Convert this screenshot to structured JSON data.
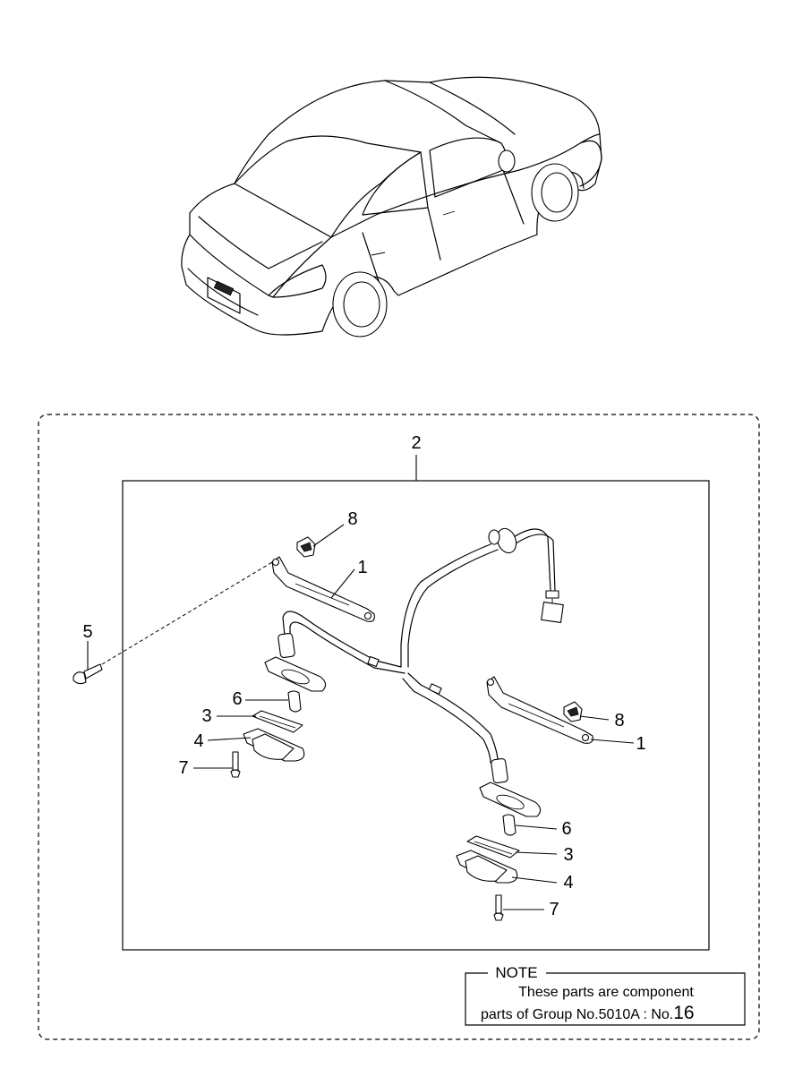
{
  "diagram": {
    "group_label": "2",
    "callouts": {
      "bracket_left": "1",
      "bracket_right": "1",
      "gasket_left": "3",
      "gasket_right": "3",
      "lens_left": "4",
      "lens_right": "4",
      "screw_main": "5",
      "bulb_left": "6",
      "bulb_right": "6",
      "screw_left": "7",
      "screw_right": "7",
      "clip_left": "8",
      "clip_right": "8"
    }
  },
  "note": {
    "title": "NOTE",
    "line1": "These parts are component",
    "line2_prefix": "parts of Group No.5010A : No.",
    "line2_number": "16"
  }
}
